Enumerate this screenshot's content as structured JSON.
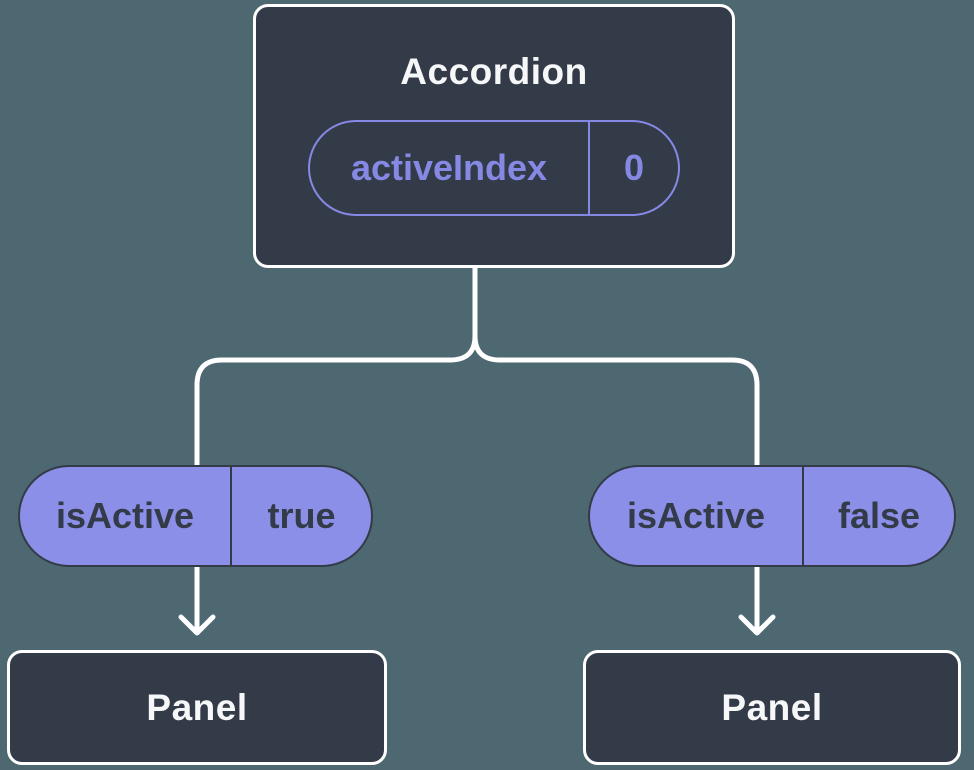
{
  "tree": {
    "root": {
      "title": "Accordion",
      "state": {
        "key": "activeIndex",
        "value": "0"
      }
    },
    "branches": [
      {
        "prop": {
          "key": "isActive",
          "value": "true"
        },
        "child_title": "Panel"
      },
      {
        "prop": {
          "key": "isActive",
          "value": "false"
        },
        "child_title": "Panel"
      }
    ]
  },
  "icons": {
    "connector_arrow": "chevron-down"
  },
  "colors": {
    "background": "#4D6871",
    "node_fill": "#343B48",
    "node_border": "#FFFFFF",
    "node_text": "#F6F7F9",
    "state_pill_accent": "#8689E4",
    "prop_pill_fill": "#8B8FE8",
    "prop_pill_border": "#343B48",
    "prop_pill_text": "#343B48",
    "connector": "#FFFFFF"
  }
}
